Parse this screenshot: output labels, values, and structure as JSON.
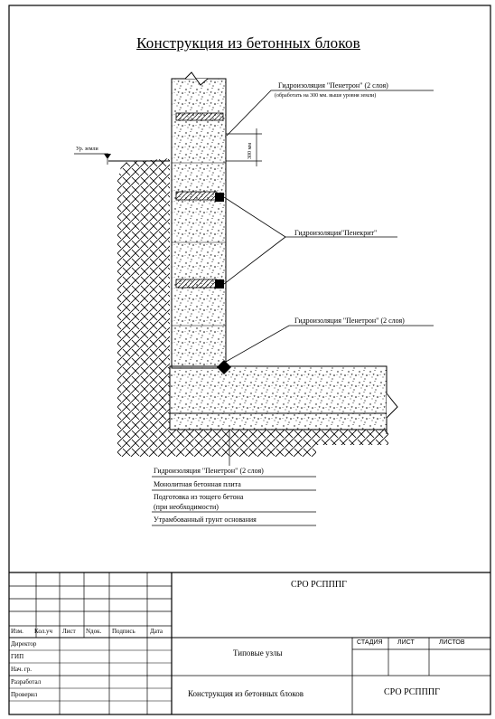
{
  "title": "Конструкция из бетонных блоков",
  "callouts": {
    "penetron_top": "Гидроизоляция \"Пенетрон\" (2 слоя)",
    "penetron_top_note": "(обработать на 300 мм. выше уровня земли)",
    "dim_300": "300 мм",
    "ground_level": "Ур. земли",
    "penecrit": "Гидроизоляция\"Пенекрит\"",
    "penetron_bottom": "Гидроизоляция \"Пенетрон\" (2 слоя)"
  },
  "legend": [
    "Гидроизоляция \"Пенетрон\" (2 слоя)",
    "Монолитная бетонная плита",
    "Подготовка из тощего бетона",
    "(при необходимости)",
    "Утрамбованный грунт основания"
  ],
  "titleblock": {
    "org_top": "СРО РСПППГ",
    "headers": [
      "Изм.",
      "Кол.уч",
      "Лист",
      "Nдок.",
      "Подпись",
      "Дата"
    ],
    "roles": [
      "Директор",
      "ГИП",
      "Нач. гр.",
      "Разработал",
      "Проверил"
    ],
    "subject": "Типовые узлы",
    "stage_headers": [
      "СТАДИЯ",
      "ЛИСТ",
      "ЛИСТОВ"
    ],
    "sheet_title": "Конструкция из бетонных блоков",
    "org_bottom": "СРО РСПППГ"
  }
}
